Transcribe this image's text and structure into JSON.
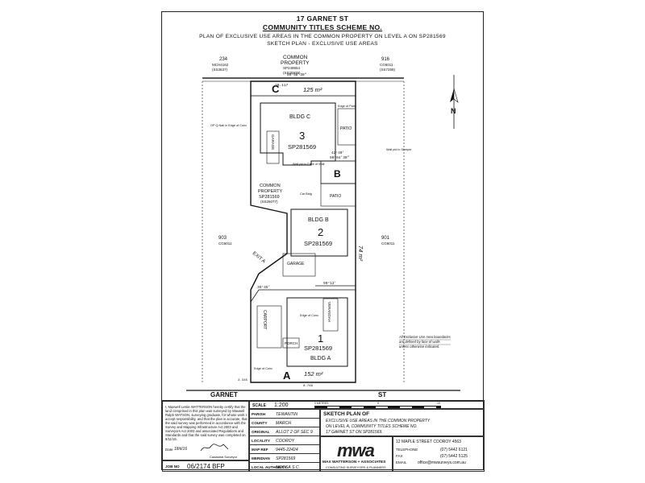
{
  "header": {
    "address": "17 GARNET ST",
    "scheme": "COMMUNITY TITLES SCHEME NO.",
    "plan_line1": "PLAN OF EXCLUSIVE USE AREAS IN THE COMMON PROPERTY ON LEVEL A ON SP281569",
    "plan_line2": "SKETCH PLAN - EXCLUSIVE USE AREAS"
  },
  "plan": {
    "common_property_top": [
      "COMMON",
      "PROPERTY",
      "SP249554",
      "(SS25935)"
    ],
    "lot_234": [
      "234",
      "MCH4162",
      "(SS3637)"
    ],
    "lot_916": [
      "916",
      "CG6011",
      "(SS7259)"
    ],
    "lot_903": [
      "903",
      "CG6011"
    ],
    "lot_901": [
      "901",
      "CG6011"
    ],
    "top_dims": [
      "20.117",
      "89°58'30\""
    ],
    "street_bottom": "GARNET",
    "street_bottom2": "ST",
    "area_c_label": "C",
    "area_c_size": "125 m²",
    "area_b_label": "B",
    "area_a_label": "A",
    "area_a_size": "152 m²",
    "area_b_size": "74 m²",
    "bldg_c": "BLDG C",
    "lot3_num": "3",
    "lot3_sp": "SP281569",
    "bldg_b": "BLDG B",
    "lot2_num": "2",
    "lot2_sp": "SP281569",
    "bldg_a": "BLDG A",
    "lot1_num": "1",
    "lot1_sp": "SP281569",
    "common_mid": [
      "COMMON",
      "PROPERTY",
      "SP281569",
      "(SS26077)"
    ],
    "patio": "PATIO",
    "garage": "GARAGE",
    "carport": "CARPORT",
    "porch": "PORCH",
    "verandah": "VERANDAH",
    "exit_a": "EXIT A",
    "note": [
      "All Exclusive Use Area boundaries",
      "are defined by face of walls",
      "unless otherwise indicated."
    ],
    "bearing_labels": [
      "90°04'30\"",
      "90°13'",
      "42°40'",
      "39°45'"
    ],
    "north": "N",
    "misc_labels": [
      "Edge of Patio",
      "Wall pid in Face of Wall",
      "Car Bldg",
      "Edge of Conc",
      "Wall pid in Sleeper",
      "OP Q.Nail in Edge of Conc",
      "3.345",
      "20.117",
      "Edge of Conc",
      "8.769"
    ]
  },
  "titleblock": {
    "scale_key": "SCALE",
    "scale_val": "1:200",
    "scale_bar": [
      "0 METRES",
      "5",
      "10"
    ],
    "surveyor_statement": "I, Maxwell Leslie WATTERSON hereby certify that the land comprised in this plan was surveyed by Maxwell Ralph WATSON, surveying graduate, for whose work I accept responsibility, and that the plan is accurate, that the said survey was performed in accordance with the Survey and Mapping Infrastructure Act 2003 and Surveyors Act 2003 and associated Regulations and Standards and that the said survey was completed on 8/11/15.",
    "surveyor_sig_label": "Cadastral Surveyor",
    "date_label": "Date",
    "date_val": "18/ii/16",
    "job_no_key": "JOB NO",
    "job_no_val": "06/2174 BFP",
    "fields": [
      {
        "k": "PARISH",
        "v": "TEWANTIN"
      },
      {
        "k": "COUNTY",
        "v": "MARCH"
      },
      {
        "k": "ORIGINAL",
        "v": "ALLOT 2 OF SEC 9"
      },
      {
        "k": "LOCALITY",
        "v": "COOROY"
      },
      {
        "k": "MAP REF",
        "v": "9445-22424"
      },
      {
        "k": "MERIDIAN",
        "v": "SP281569"
      },
      {
        "k": "LOCAL AUTHORITY",
        "v": "NOOSA S.C."
      }
    ],
    "sketch_title": "SKETCH PLAN OF",
    "sketch_desc": [
      "EXCLUSIVE USE AREAS IN THE COMMON PROPERTY",
      "ON LEVEL A, COMMUNITY TITLES SCHEME NO.",
      "17 GARNET ST ON SP281569."
    ],
    "logo": "mwa",
    "firm": "MAX WATTERSON + ASSOCIATES",
    "firm_sub": "CONSULTING SURVEYORS & PLANNERS",
    "address": "12 MAPLE STREET COOROY 4563",
    "tel_key": "TELEPHONE",
    "tel_val": "(07) 5442 6121",
    "fax_key": "FAX",
    "fax_val": "(07) 5442 5125",
    "email_key": "EMAIL",
    "email_val": "office@mwsurveys.com.au"
  }
}
